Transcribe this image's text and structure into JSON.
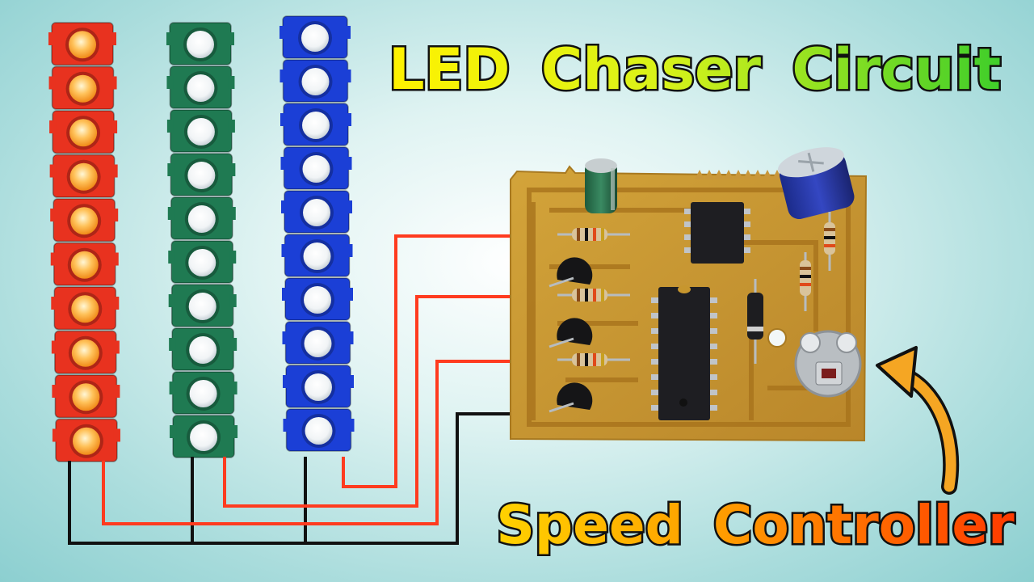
{
  "title": {
    "word1": "LED",
    "word2": "Chaser",
    "word3": "Circuit"
  },
  "subtitle": {
    "word1": "Speed",
    "word2": "Controller"
  },
  "colors": {
    "red_strip": "#e8321f",
    "green_strip": "#1f7a52",
    "blue_strip": "#1b3fd6",
    "pcb": "#c7962e",
    "pcb_trace": "#b07a1a",
    "wire_red": "#ff3b1f",
    "wire_black": "#111111",
    "arrow": "#f5a623",
    "title_yellow": "#ffe600",
    "title_green": "#4fd82a",
    "subtitle_orange": "#ff8a00",
    "subtitle_red": "#ff3d00"
  },
  "led_strips": [
    {
      "name": "red",
      "count": 10
    },
    {
      "name": "green",
      "count": 10
    },
    {
      "name": "blue",
      "count": 10
    }
  ]
}
